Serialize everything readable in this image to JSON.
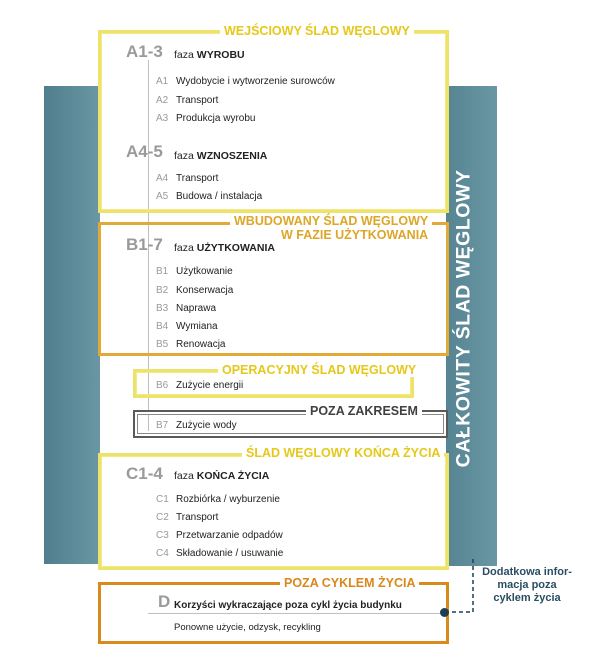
{
  "side": {
    "left_label": "WBUDOWANY ŚLAD WĘGLOWY",
    "right_label": "CAŁKOWITY ŚLAD WĘGLOWY"
  },
  "banners": {
    "upfront": "WEJŚCIOWY ŚLAD WĘGLOWY",
    "in_use_line1": "WBUDOWANY ŚLAD WĘGLOWY",
    "in_use_line2": "W FAZIE UŻYTKOWANIA",
    "operational": "OPERACYJNY ŚLAD WĘGLOWY",
    "out_of_scope": "POZA ZAKRESEM",
    "end_of_life": "ŚLAD WĘGLOWY KOŃCA ŻYCIA",
    "beyond": "POZA CYKLEM ŻYCIA"
  },
  "phases": {
    "a13": {
      "code": "A1-3",
      "prefix": "faza",
      "name": "WYROBU",
      "items": [
        {
          "code": "A1",
          "label": "Wydobycie i wytworzenie surowców"
        },
        {
          "code": "A2",
          "label": "Transport"
        },
        {
          "code": "A3",
          "label": "Produkcja wyrobu"
        }
      ]
    },
    "a45": {
      "code": "A4-5",
      "prefix": "faza",
      "name": "WZNOSZENIA",
      "items": [
        {
          "code": "A4",
          "label": "Transport"
        },
        {
          "code": "A5",
          "label": "Budowa / instalacja"
        }
      ]
    },
    "b17": {
      "code": "B1-7",
      "prefix": "faza",
      "name": "UŻYTKOWANIA",
      "items": [
        {
          "code": "B1",
          "label": "Użytkowanie"
        },
        {
          "code": "B2",
          "label": "Konserwacja"
        },
        {
          "code": "B3",
          "label": "Naprawa"
        },
        {
          "code": "B4",
          "label": "Wymiana"
        },
        {
          "code": "B5",
          "label": "Renowacja"
        }
      ]
    },
    "b6": {
      "code": "B6",
      "label": "Zużycie energii"
    },
    "b7": {
      "code": "B7",
      "label": "Zużycie wody"
    },
    "c14": {
      "code": "C1-4",
      "prefix": "faza",
      "name": "KOŃCA ŻYCIA",
      "items": [
        {
          "code": "C1",
          "label": "Rozbiórka / wyburzenie"
        },
        {
          "code": "C2",
          "label": "Transport"
        },
        {
          "code": "C3",
          "label": "Przetwarzanie odpadów"
        },
        {
          "code": "C4",
          "label": "Składowanie / usuwanie"
        }
      ]
    },
    "d": {
      "code": "D",
      "label": "Korzyści wykraczające poza cykl życia budynku",
      "sub": "Ponowne użycie, odzysk, recykling"
    }
  },
  "note": {
    "line1": "Dodatkowa infor-",
    "line2": "macja poza",
    "line3": "cyklem życia"
  },
  "colors": {
    "side": "#5f8d9a",
    "yellow": "#ede36a",
    "orange": "#e1a937",
    "dark_orange": "#d98a1c",
    "gray": "#5a5a5a",
    "note": "#2a4d62"
  }
}
